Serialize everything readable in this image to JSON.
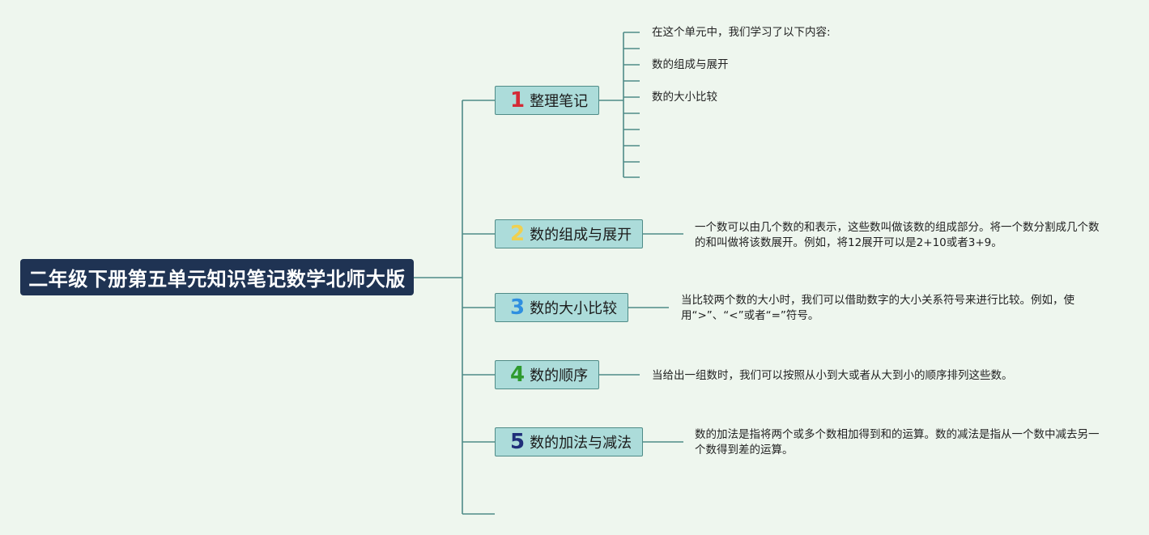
{
  "root": {
    "title": "二年级下册第五单元知识笔记数学北师大版"
  },
  "topics": [
    {
      "number": "1",
      "label": "整理笔记",
      "color": "#d42a36"
    },
    {
      "number": "2",
      "label": "数的组成与展开",
      "color": "#f0d050"
    },
    {
      "number": "3",
      "label": "数的大小比较",
      "color": "#2f8fe0"
    },
    {
      "number": "4",
      "label": "数的顺序",
      "color": "#2f9a2f"
    },
    {
      "number": "5",
      "label": "数的加法与减法",
      "color": "#1f2f7a"
    }
  ],
  "notes": {
    "intro": "在这个单元中，我们学习了以下内容:",
    "item1": "数的组成与展开",
    "item2": "数的大小比较"
  },
  "details": {
    "composition": "一个数可以由几个数的和表示，这些数叫做该数的组成部分。将一个数分割成几个数的和叫做将该数展开。例如，将12展开可以是2+10或者3+9。",
    "comparison": "当比较两个数的大小时，我们可以借助数字的大小关系符号来进行比较。例如，使用“>”、“<”或者“=”符号。",
    "order": "当给出一组数时，我们可以按照从小到大或者从大到小的顺序排列这些数。",
    "add_sub": "数的加法是指将两个或多个数相加得到和的运算。数的减法是指从一个数中减去另一个数得到差的运算。"
  },
  "colors": {
    "line": "#4f8b87",
    "root_bg": "#1f3353",
    "topic_bg": "#acdcda"
  }
}
